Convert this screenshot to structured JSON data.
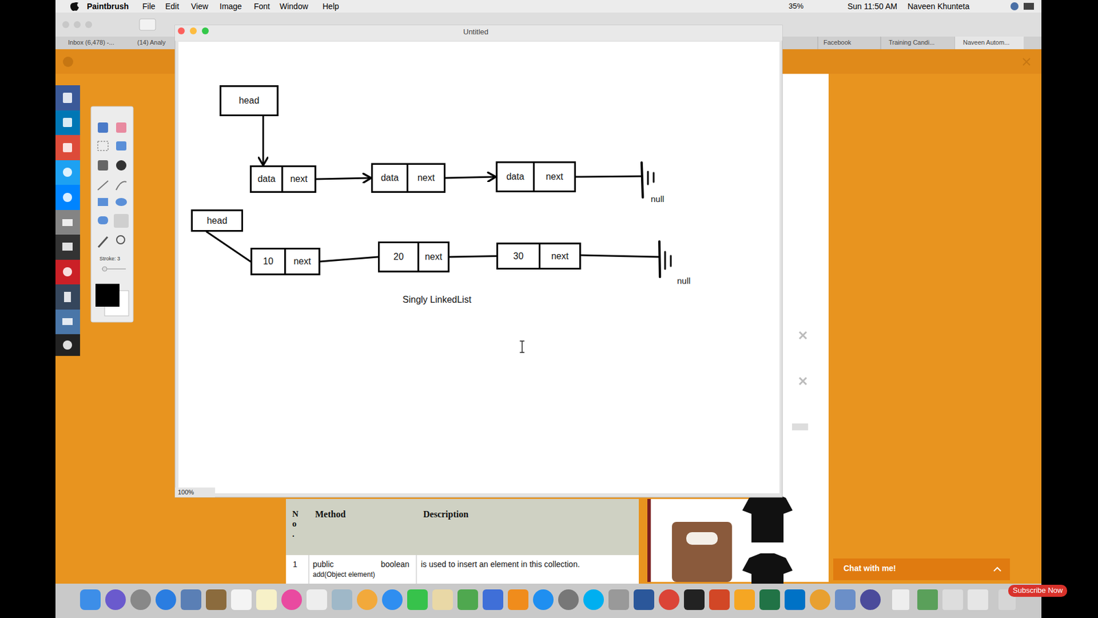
{
  "diagram": {
    "caption": "Singly LinkedList",
    "nodes": [
      {
        "text": [
          "head"
        ]
      },
      {
        "text": [
          "data"
        ]
      },
      {
        "text": [
          "next"
        ]
      },
      {
        "text": [
          "data"
        ]
      },
      {
        "text": [
          "next"
        ]
      },
      {
        "text": [
          "data"
        ]
      },
      {
        "text": [
          "next"
        ]
      },
      {
        "text": [
          "head"
        ]
      },
      {
        "text": [
          "10"
        ]
      },
      {
        "text": [
          "next"
        ]
      },
      {
        "text": [
          "20"
        ]
      },
      {
        "text": [
          "next"
        ]
      },
      {
        "text": [
          "30"
        ]
      },
      {
        "text": [
          "next"
        ]
      }
    ],
    "edges": [
      {
        "from": 0,
        "to": 1,
        "arrow": "to"
      },
      {
        "from": 2,
        "to": 3,
        "arrow": "to"
      },
      {
        "from": 4,
        "to": 5,
        "arrow": "to"
      },
      {
        "from": 7,
        "to": 8,
        "arrow": "none"
      },
      {
        "from": 9,
        "to": 10,
        "arrow": "none"
      },
      {
        "from": 11,
        "to": 12,
        "arrow": "none"
      }
    ],
    "labels": [
      "Paintbrush",
      "File",
      "Edit",
      "View",
      "Image",
      "Font",
      "Window",
      "Help",
      "35%",
      "Sun 11:50 AM",
      "Naveen Khunteta",
      "Inbox (6,478) -...",
      "(14) Analy",
      "Facebook",
      "Training Candi...",
      "Naveen Autom...",
      "Untitled",
      "Stroke: 3",
      "100%",
      "null",
      "null",
      "N o .",
      "Method",
      "Description",
      "1",
      "public",
      "boolean",
      "is used to insert an element in this collection.",
      "add(Object element)",
      "Chat with me!",
      "Subscribe Now"
    ]
  }
}
